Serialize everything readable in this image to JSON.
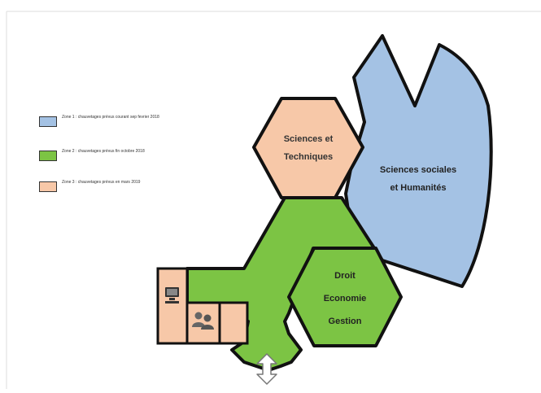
{
  "colors": {
    "zone1": "#a4c2e4",
    "zone2": "#7cc444",
    "zone3": "#f7c8a8",
    "outline": "#111111",
    "frame": "#dddddd"
  },
  "legend": [
    {
      "label": "Zone 1 : chauvetages prévus courant sep fevrier 2018",
      "color": "#a4c2e4"
    },
    {
      "label": "Zone 2 : chauvetages prévus fin octobre 2018",
      "color": "#7cc444"
    },
    {
      "label": "Zone 3 : chauvetages prévus en mars 2019",
      "color": "#f7c8a8"
    }
  ],
  "areas": {
    "sciences_techniques": {
      "line1": "Sciences et",
      "line2": "Techniques"
    },
    "sciences_sociales": {
      "line1": "Sciences sociales",
      "line2": "et Humanités"
    },
    "droit": {
      "line1": "Droit",
      "line2": "Economie",
      "line3": "Gestion"
    }
  },
  "icons": {
    "computer": "computer-icon",
    "users": "users-icon",
    "entrance": "entrance-arrow-icon"
  }
}
